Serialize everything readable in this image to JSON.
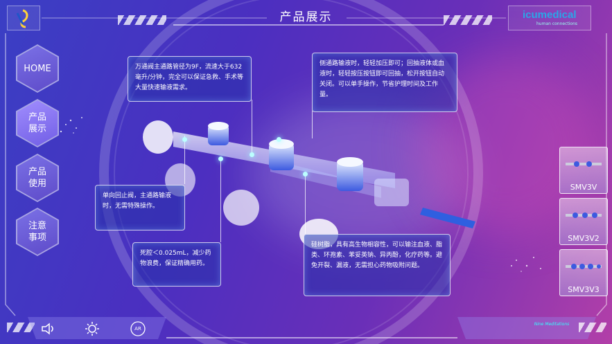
{
  "header": {
    "title": "产品展示"
  },
  "brand": {
    "name": "icumedical",
    "tagline": "human connections",
    "partner": "Nine Meditations"
  },
  "nav": {
    "items": [
      {
        "label": "HOME"
      },
      {
        "label": "产品\n展示"
      },
      {
        "label": "产品\n使用"
      },
      {
        "label": "注意\n事项"
      }
    ]
  },
  "callouts": {
    "c1": "万通阀主通路管径为9F，流速大于632毫升/分钟，完全可以保证急救、手术等大量快速输液需求。",
    "c2": "侧通路输液时，轻轻加压即可；回抽液体或血液时，轻轻按压按钮即可回抽，松开按钮自动关闭。可以单手操作，节省护理时间及工作量。",
    "c3": "单向回止阀，主通路输液时，无需特殊操作。",
    "c4": "死腔＜0.025mL，减少药物浪费，保证精确用药。",
    "c5": "硅树脂，具有高生物相容性，可以输注血液、脂类、环孢素、苯妥英钠、异丙酚，化疗药等。避免开裂、漏液，无需担心药物吸附问题。"
  },
  "models": [
    {
      "label": "SMV3V"
    },
    {
      "label": "SMV3V2"
    },
    {
      "label": "SMV3V3"
    }
  ],
  "toolbar": {
    "sound_icon": "speaker-icon",
    "brightness_icon": "sun-icon",
    "ar_label": "AR"
  },
  "colors": {
    "accent": "#7de8ff",
    "bg_start": "#3a3fc4",
    "bg_end": "#b23fa8"
  }
}
